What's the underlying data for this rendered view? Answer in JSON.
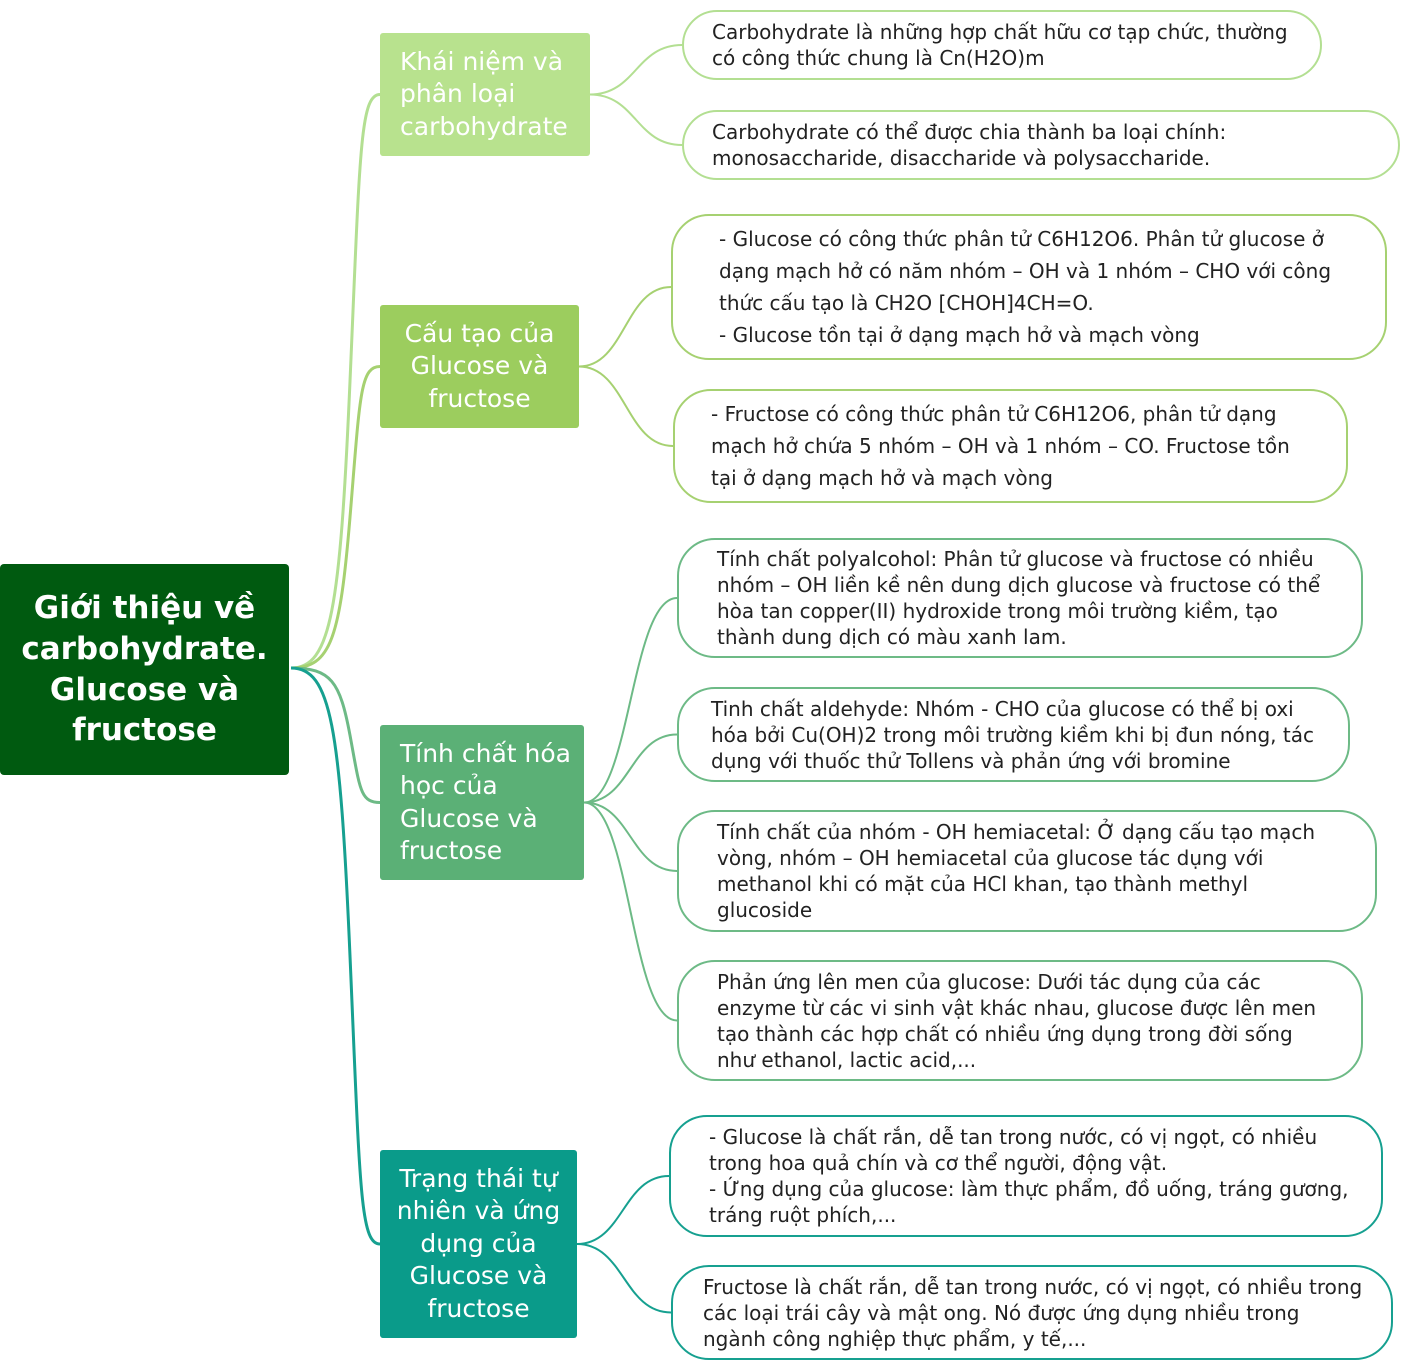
{
  "colors": {
    "root": "#005a10",
    "branch_1": "#b8e28e",
    "branch_2": "#9ccd5e",
    "branch_3": "#5bb076",
    "branch_4": "#0a9b8a"
  },
  "root": {
    "label": "Giới thiệu về carbohydrate. Glucose và fructose"
  },
  "branches": [
    {
      "label": "Khái niệm và phân loại carbohydrate",
      "leaves": [
        "Carbohydrate là những hợp chất hữu cơ tạp chức, thường có công thức chung là Cn(H2O)m",
        "Carbohydrate có thể được chia thành ba loại chính: monosaccharide, disaccharide và polysaccharide."
      ]
    },
    {
      "label": "Cấu tạo của Glucose và fructose",
      "leaves": [
        "- Glucose có công thức phân tử C6H12O6. Phân tử glucose ở dạng mạch hở có năm nhóm – OH và 1 nhóm – CHO với công thức cấu tạo là CH2O [CHOH]4CH=O.\n- Glucose tồn tại ở dạng mạch hở và mạch vòng",
        "- Fructose có công thức phân tử C6H12O6, phân tử dạng mạch hở chứa 5 nhóm – OH và 1 nhóm – CO. Fructose tồn tại ở dạng mạch hở và mạch vòng"
      ]
    },
    {
      "label": "Tính chất hóa học của Glucose và fructose",
      "leaves": [
        "Tính chất polyalcohol: Phân tử glucose và fructose có nhiều nhóm – OH liền kề nên dung dịch glucose và  fructose có thể hòa tan copper(II) hydroxide trong môi trường kiềm, tạo thành dung dịch có màu xanh lam.",
        "Tinh chất aldehyde: Nhóm - CHO của glucose có thể bị oxi hóa bởi Cu(OH)2 trong môi trường kiềm khi bị đun nóng, tác dụng với thuốc thử Tollens và phản ứng với bromine",
        "Tính chất của nhóm - OH hemiacetal: Ở dạng cấu tạo mạch vòng, nhóm – OH hemiacetal của glucose tác dụng với methanol khi có mặt của HCl khan, tạo thành methyl glucoside",
        "Phản ứng lên men của glucose: Dưới tác dụng của các enzyme từ các vi sinh vật khác nhau, glucose được lên men tạo thành các hợp chất có nhiều ứng dụng trong đời sống như ethanol, lactic acid,..."
      ]
    },
    {
      "label": "Trạng thái tự nhiên và ứng dụng của Glucose và fructose",
      "leaves": [
        "- Glucose là chất rắn, dễ tan trong nước, có vị ngọt, có nhiều trong hoa quả chín và cơ thể người, động vật.\n- Ứng dụng của glucose: làm thực phẩm, đồ uống, tráng gương, tráng ruột phích,...",
        "Fructose là chất rắn, dễ tan trong nước, có vị ngọt, có nhiều trong các loại trái cây và mật ong. Nó được ứng dụng nhiều trong ngành công  nghiệp thực phẩm, y tế,..."
      ]
    }
  ]
}
